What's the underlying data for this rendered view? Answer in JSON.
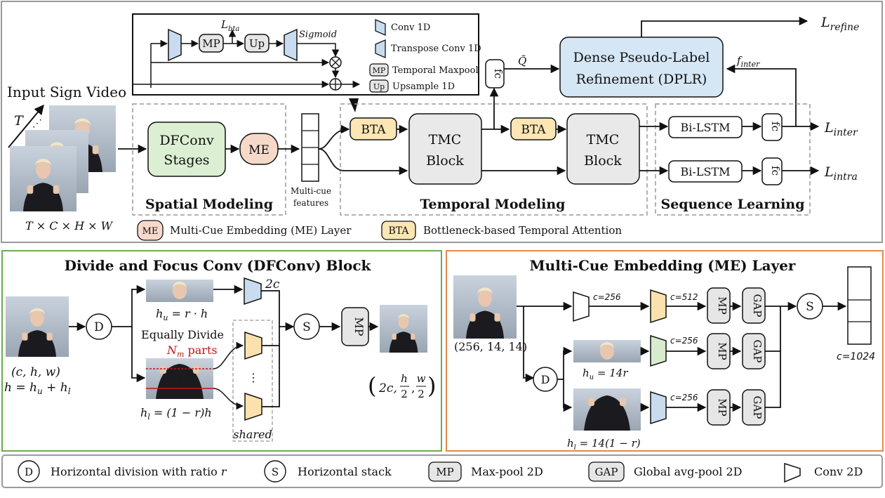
{
  "top": {
    "input_label": "Input Sign Video",
    "T_label": "T",
    "dims_label": "T × C × H × W",
    "dfconv_line1": "DFConv",
    "dfconv_line2": "Stages",
    "me_label": "ME",
    "multicue_line1": "Multi-cue",
    "multicue_line2": "features",
    "bta_label": "BTA",
    "tmc_line1": "TMC",
    "tmc_line2": "Block",
    "bilstm_label": "Bi-LSTM",
    "fc_label": "fc",
    "dplr_line1": "Dense Pseudo-Label",
    "dplr_line2": "Refinement (DPLR)",
    "q_label": "Q̃",
    "f_inter": "f",
    "f_inter_sub": "inter",
    "l_refine": "L",
    "l_refine_sub": "refine",
    "l_inter": "L",
    "l_inter_sub": "inter",
    "l_intra": "L",
    "l_intra_sub": "intra",
    "spatial_title": "Spatial Modeling",
    "temporal_title": "Temporal Modeling",
    "sequence_title": "Sequence Learning",
    "me_legend_tag": "ME",
    "me_legend_text": "Multi-Cue Embedding (ME) Layer",
    "bta_legend_tag": "BTA",
    "bta_legend_text": "Bottleneck-based Temporal Attention"
  },
  "bta_detail": {
    "mp": "MP",
    "up": "Up",
    "l_bta": "L",
    "l_bta_sub": "bta",
    "sigmoid": "Sigmoid",
    "legend_conv1d": "Conv 1D",
    "legend_tconv1d": "Transpose Conv 1D",
    "legend_mp_tag": "MP",
    "legend_mp": "Temporal Maxpool",
    "legend_up_tag": "Up",
    "legend_up": "Upsample 1D"
  },
  "dfconv_block": {
    "title": "Divide and Focus Conv (DFConv) Block",
    "d_label": "D",
    "s_label": "S",
    "mp_label": "MP",
    "input_dims": "(c, h, w)",
    "h_eq": "h = h",
    "h_eq_u": "u",
    "h_eq_plus": " + h",
    "h_eq_l": "l",
    "hu_label": "h",
    "hu_sub": "u",
    "hu_rest": " = r · h",
    "two_c": "2c",
    "equally_divide": "Equally Divide",
    "nm_parts": "N",
    "nm_sub": "m",
    "nm_rest": " parts",
    "hl_label": "h",
    "hl_sub": "l",
    "hl_rest": " = (1 − r)h",
    "vdots": "⋮",
    "shared": "shared",
    "out_2c": "2c,",
    "out_h": "h",
    "out_w": "w",
    "out_2": "2",
    "red_color": "#c0141a"
  },
  "me_block": {
    "title": "Multi-Cue Embedding (ME) Layer",
    "input_dims": "(256, 14, 14)",
    "c256a": "c=256",
    "c512": "c=512",
    "c256b": "c=256",
    "c256c": "c=256",
    "c1024": "c=1024",
    "mp": "MP",
    "gap": "GAP",
    "s_label": "S",
    "d_label": "D",
    "hu_label": "h",
    "hu_sub": "u",
    "hu_rest": " = 14r",
    "hl_label": "h",
    "hl_sub": "l",
    "hl_rest": " = 14(1 − r)"
  },
  "legend": {
    "d_tag": "D",
    "d_text": "Horizontal division with ratio ",
    "d_r": "r",
    "s_tag": "S",
    "s_text": "Horizontal stack",
    "mp_tag": "MP",
    "mp_text": "Max-pool 2D",
    "gap_tag": "GAP",
    "gap_text": "Global avg-pool 2D",
    "conv_text": "Conv 2D"
  },
  "colors": {
    "dfconv_fill": "#dcefd3",
    "me_fill": "#f6d9c9",
    "bta_fill": "#fbe6b4",
    "tmc_fill": "#e9e9e9",
    "dplr_fill": "#d5e6f5",
    "conv_blue": "#c9dcef",
    "conv_yellow": "#fbe2ad",
    "conv_green": "#d6eccd",
    "green_border": "#6aab4f",
    "orange_border": "#e38a4b"
  }
}
